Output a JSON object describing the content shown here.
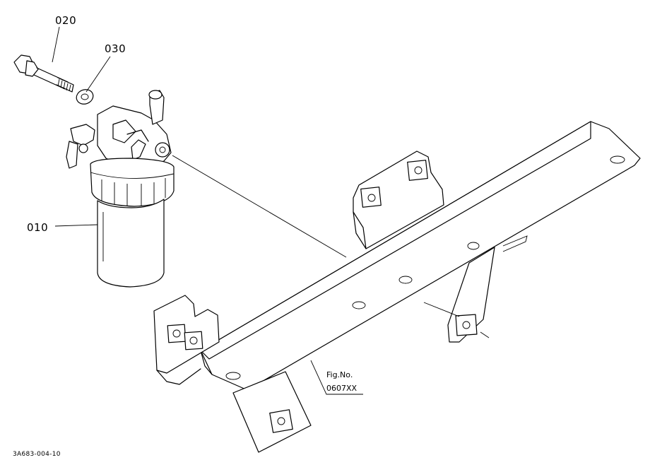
{
  "parts": [
    {
      "number": "010",
      "name": "fuel-filter-assembly"
    },
    {
      "number": "020",
      "name": "bolt"
    },
    {
      "number": "030",
      "name": "washer"
    }
  ],
  "figure_reference": {
    "line1": "Fig.No.",
    "line2": "0607XX"
  },
  "drawing_code": "3A683-004-10"
}
